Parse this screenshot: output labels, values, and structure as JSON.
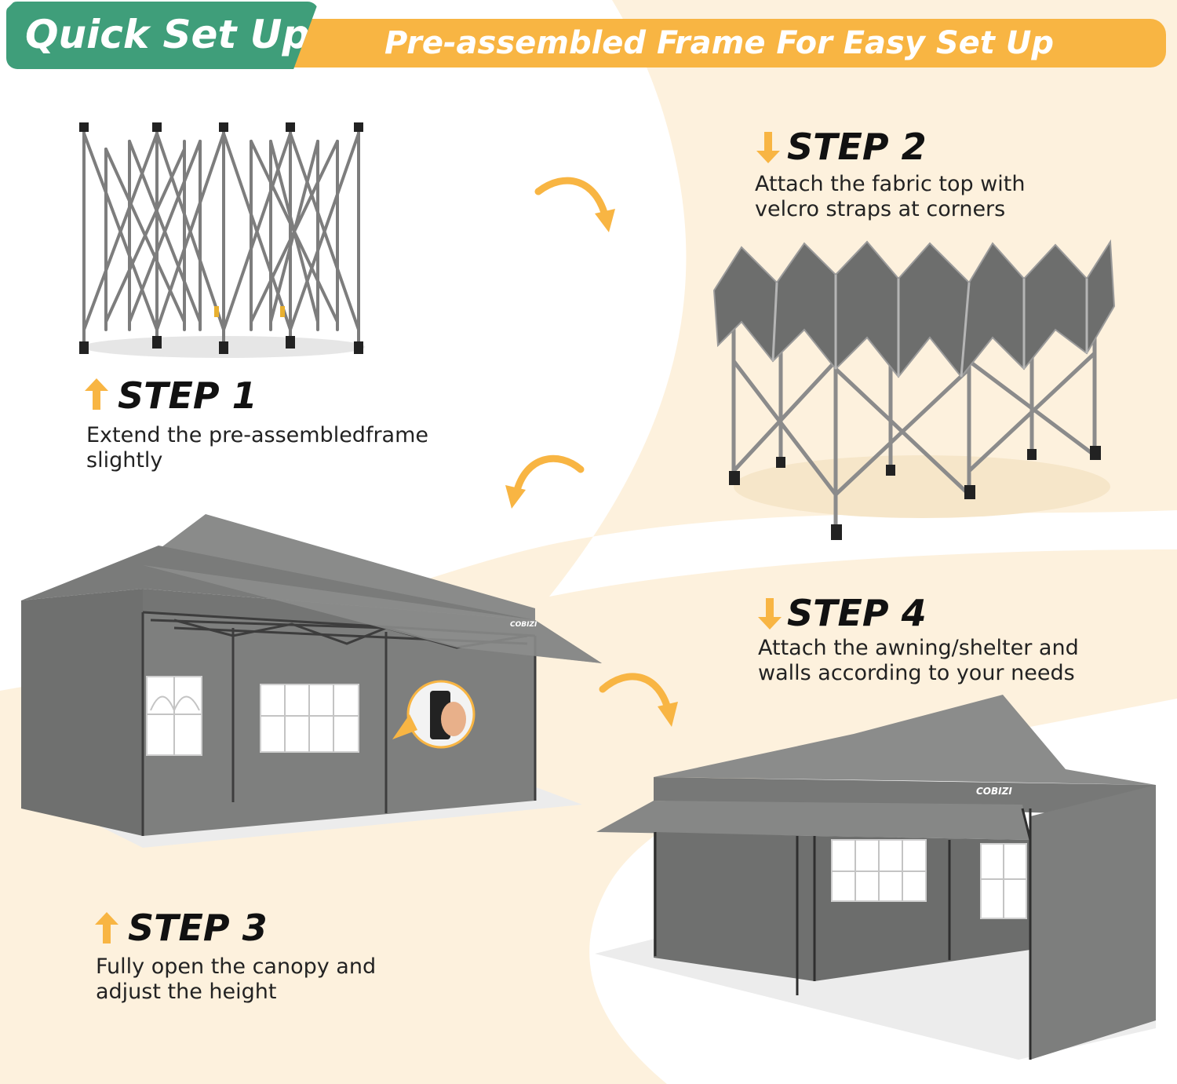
{
  "header": {
    "badge_text": "Quick Set Up",
    "subtitle": "Pre-assembled Frame For Easy Set Up"
  },
  "steps": [
    {
      "title": "STEP 1",
      "lines": [
        "Extend the pre-assembledframe",
        "slightly"
      ]
    },
    {
      "title": "STEP 2",
      "lines": [
        "Attach the fabric top with",
        "velcro straps at corners"
      ]
    },
    {
      "title": "STEP 3",
      "lines": [
        "Fully open the canopy and",
        "adjust the height"
      ]
    },
    {
      "title": "STEP 4",
      "lines": [
        "Attach the awning/shelter and",
        "walls according to your needs"
      ]
    }
  ],
  "brand": {
    "logo_text": "COBIZI"
  },
  "colors": {
    "accent_green": "#3f9e7a",
    "accent_orange": "#f8b543",
    "background_cream": "#fdf1dd",
    "tent_gray": "#7b7c7b"
  },
  "icons": [
    "arrow-up-icon",
    "arrow-down-icon",
    "curved-arrow-icon"
  ]
}
